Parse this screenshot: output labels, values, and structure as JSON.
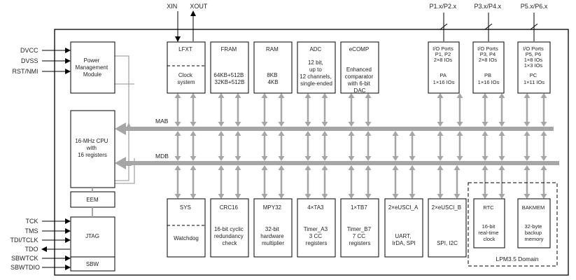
{
  "colors": {
    "bus": "#a6a6a6",
    "line": "#000000",
    "text": "#222222"
  },
  "top_pins": {
    "xin": "XIN",
    "xout": "XOUT",
    "p1": "P1.x/P2.x",
    "p3": "P3.x/P4.x",
    "p5": "P5.x/P6.x"
  },
  "left_pins": {
    "dvcc": "DVCC",
    "dvss": "DVSS",
    "rst": "RST/NMI",
    "tck": "TCK",
    "tms": "TMS",
    "tdi": "TDI/TCLK",
    "tdo": "TDO",
    "sbwtck": "SBWTCK",
    "sbwtdio": "SBWTDIO"
  },
  "buses": {
    "mab": "MAB",
    "mdb": "MDB"
  },
  "left_blocks": {
    "pmm": [
      "Power",
      "Management",
      "Module"
    ],
    "cpu": [
      "16-MHz CPU",
      "with",
      "16 registers"
    ],
    "eem": "EEM",
    "jtag": "JTAG",
    "sbw": "SBW"
  },
  "top_modules": {
    "lfxt": {
      "title": "LFXT",
      "desc": [
        "Clock",
        "system"
      ]
    },
    "fram": {
      "title": "FRAM",
      "desc": [
        "64KB+512B",
        "32KB+512B"
      ]
    },
    "ram": {
      "title": "RAM",
      "desc": [
        "8KB",
        "4KB"
      ]
    },
    "adc": {
      "title": "ADC",
      "desc": [
        "12 bit,",
        "up to",
        "12 channels,",
        "single-ended"
      ]
    },
    "ecomp": {
      "title": "eCOMP",
      "desc": [
        "Enhanced",
        "comparator",
        "with 6-bit",
        "DAC"
      ]
    },
    "pa": {
      "head": [
        "I/O Ports",
        "P1, P2",
        "2×8 IOs"
      ],
      "title": "PA",
      "sub": "1×16 IOs"
    },
    "pb": {
      "head": [
        "I/O Ports",
        "P3, P4",
        "2×8 IOs"
      ],
      "title": "PB",
      "sub": "1×16 IOs"
    },
    "pc": {
      "head": [
        "I/O Ports",
        "P5, P6",
        "1×8 IOs",
        "1×3 IOs"
      ],
      "title": "PC",
      "sub": "1×11 IOs"
    }
  },
  "bottom_modules": {
    "sys": {
      "title": "SYS",
      "desc": [
        "Watchdog"
      ]
    },
    "crc16": {
      "title": "CRC16",
      "desc": [
        "16-bit cyclic",
        "redundancy",
        "check"
      ]
    },
    "mpy32": {
      "title": "MPY32",
      "desc": [
        "32-bit",
        "hardware",
        "multiplier"
      ]
    },
    "ta3": {
      "title": "4×TA3",
      "desc": [
        "Timer_A3",
        "3 CC",
        "registers"
      ]
    },
    "tb7": {
      "title": "1×TB7",
      "desc": [
        "Timer_B7",
        "7 CC",
        "registers"
      ]
    },
    "eusci_a": {
      "title": "2×eUSCI_A",
      "desc": [
        "UART,",
        "IrDA, SPI"
      ]
    },
    "eusci_b": {
      "title": "2×eUSCI_B",
      "desc": [
        "SPI, I2C"
      ]
    },
    "rtc": {
      "title": "RTC",
      "desc": [
        "16-bit",
        "real-time",
        "clock"
      ]
    },
    "bakmem": {
      "title": "BAKMEM",
      "desc": [
        "32-byte",
        "backup",
        "memory"
      ]
    }
  },
  "lpm_domain": "LPM3.5 Domain"
}
